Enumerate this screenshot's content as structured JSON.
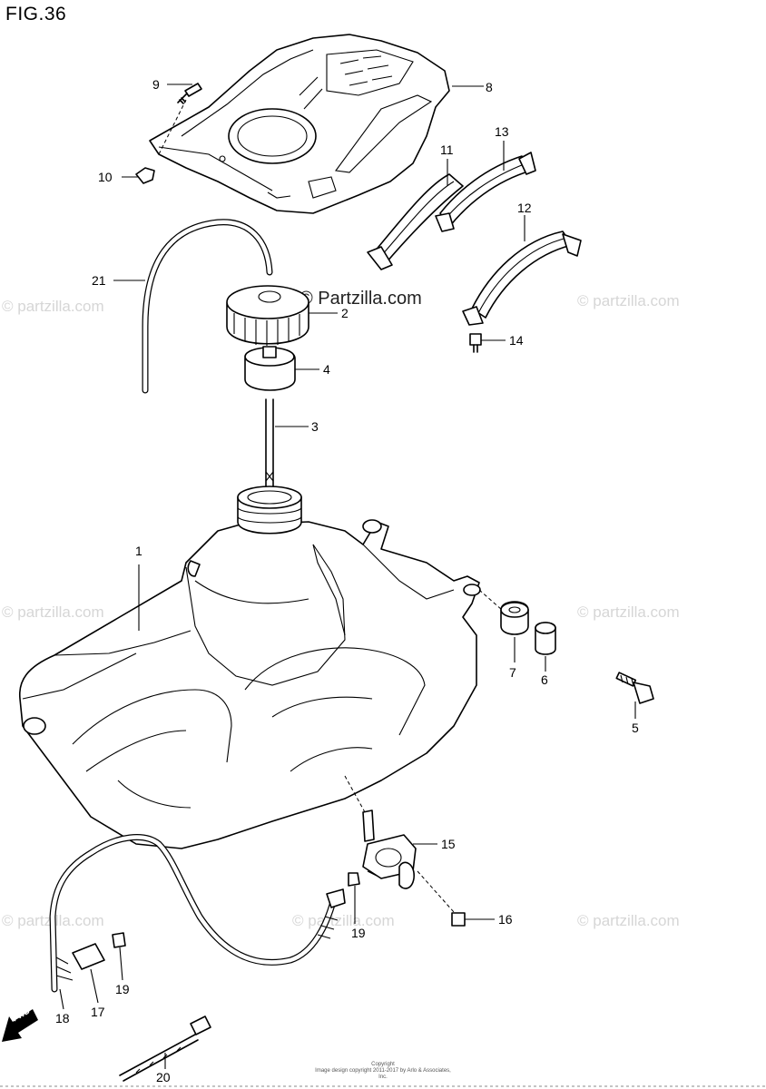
{
  "figure": {
    "title": "FIG.36"
  },
  "watermark": {
    "text": "© partzilla.com",
    "center_text": "© Partzilla.com"
  },
  "copyright": {
    "title": "Copyright",
    "line": "Image design copyright 2011-2017 by Arlo & Associates, Inc."
  },
  "fwd_label": "FWD",
  "callouts": [
    {
      "id": "c1",
      "label": "1"
    },
    {
      "id": "c2",
      "label": "2"
    },
    {
      "id": "c3",
      "label": "3"
    },
    {
      "id": "c4",
      "label": "4"
    },
    {
      "id": "c5",
      "label": "5"
    },
    {
      "id": "c6",
      "label": "6"
    },
    {
      "id": "c7",
      "label": "7"
    },
    {
      "id": "c8",
      "label": "8"
    },
    {
      "id": "c9",
      "label": "9"
    },
    {
      "id": "c10",
      "label": "10"
    },
    {
      "id": "c11",
      "label": "11"
    },
    {
      "id": "c12",
      "label": "12"
    },
    {
      "id": "c13",
      "label": "13"
    },
    {
      "id": "c14",
      "label": "14"
    },
    {
      "id": "c15",
      "label": "15"
    },
    {
      "id": "c16",
      "label": "16"
    },
    {
      "id": "c17",
      "label": "17"
    },
    {
      "id": "c18",
      "label": "18"
    },
    {
      "id": "c19a",
      "label": "19"
    },
    {
      "id": "c19b",
      "label": "19"
    },
    {
      "id": "c20",
      "label": "20"
    },
    {
      "id": "c21",
      "label": "21"
    }
  ]
}
